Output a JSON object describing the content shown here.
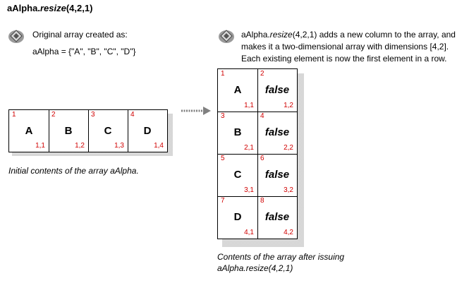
{
  "title": {
    "method": "aAlpha.",
    "fn": "resize",
    "args": "(4,2,1)"
  },
  "left_note": {
    "line1": "Original array created as:",
    "line2": "aAlpha = {\"A\", \"B\", \"C\", \"D\"}"
  },
  "right_note": {
    "line1_pre": "aAlpha.",
    "line1_fn": "resize",
    "line1_post": "(4,2,1) adds a new column to the array, and",
    "line2": "makes it a two-dimensional array with dimensions [4,2].",
    "line3": "Each existing element is now the first element in a row."
  },
  "initial_array": {
    "cells": [
      {
        "index": "1",
        "value": "A",
        "sub": "1,1"
      },
      {
        "index": "2",
        "value": "B",
        "sub": "1,2"
      },
      {
        "index": "3",
        "value": "C",
        "sub": "1,3"
      },
      {
        "index": "4",
        "value": "D",
        "sub": "1,4"
      }
    ],
    "caption": "Initial contents of the array aAlpha."
  },
  "resized_array": {
    "rows": [
      [
        {
          "index": "1",
          "value": "A",
          "sub": "1,1"
        },
        {
          "index": "2",
          "value": "false",
          "sub": "1,2"
        }
      ],
      [
        {
          "index": "3",
          "value": "B",
          "sub": "2,1"
        },
        {
          "index": "4",
          "value": "false",
          "sub": "2,2"
        }
      ],
      [
        {
          "index": "5",
          "value": "C",
          "sub": "3,1"
        },
        {
          "index": "6",
          "value": "false",
          "sub": "3,2"
        }
      ],
      [
        {
          "index": "7",
          "value": "D",
          "sub": "4,1"
        },
        {
          "index": "8",
          "value": "false",
          "sub": "4,2"
        }
      ]
    ],
    "caption_line1": "Contents of the array after issuing",
    "caption_line2": "aAlpha.resize(4,2,1)"
  },
  "colors": {
    "index": "#d10000",
    "arrow": "#808080"
  },
  "icons": {
    "bullet": "diamond-bullet-icon",
    "arrow": "dotted-arrow-icon"
  }
}
